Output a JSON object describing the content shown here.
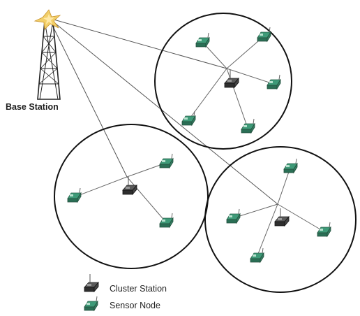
{
  "labels": {
    "base_station": "Base Station"
  },
  "legend": {
    "cluster_station": "Cluster Station",
    "sensor_node": "Sensor Node"
  },
  "colors": {
    "circle_stroke": "#111111",
    "link": "#555555",
    "sensor_body": "#3e9a78",
    "sensor_shade": "#2a6f55",
    "cluster_body": "#3a3a3a",
    "antenna": "#e8b84a",
    "tower": "#222222"
  }
}
